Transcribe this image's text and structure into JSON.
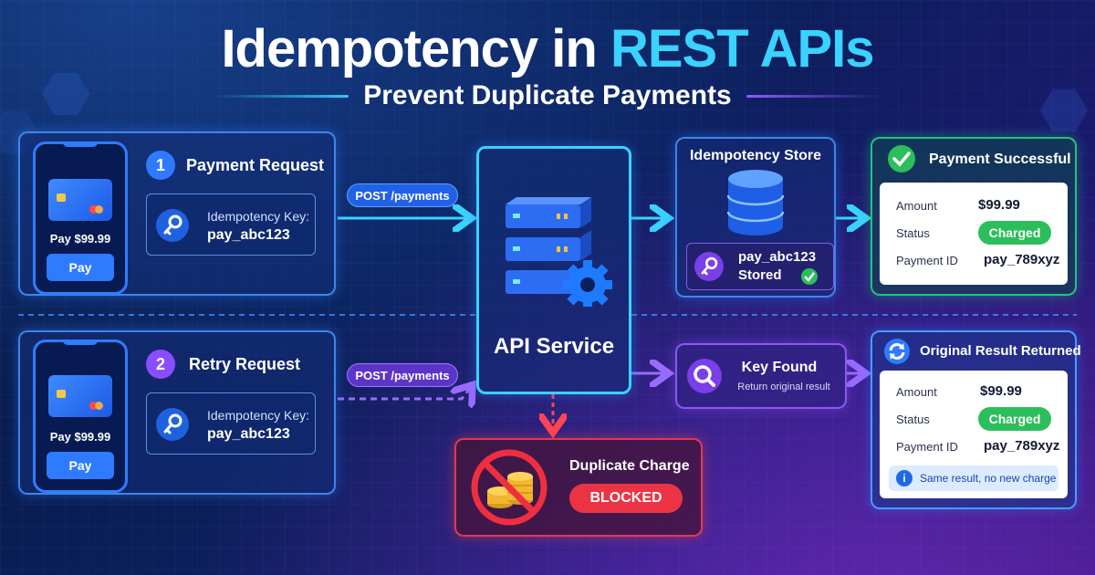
{
  "header": {
    "title_part1": "Idempotency in ",
    "title_part2": "REST APIs",
    "subtitle": "Prevent Duplicate Payments"
  },
  "request1": {
    "step_number": "1",
    "title": "Payment Request",
    "phone_amount": "Pay $99.99",
    "phone_button": "Pay",
    "key_label": "Idempotency Key:",
    "key_value": "pay_abc123",
    "endpoint": "POST /payments"
  },
  "request2": {
    "step_number": "2",
    "title": "Retry Request",
    "phone_amount": "Pay $99.99",
    "phone_button": "Pay",
    "key_label": "Idempotency Key:",
    "key_value": "pay_abc123",
    "endpoint": "POST /payments"
  },
  "api_service": {
    "label": "API Service"
  },
  "store": {
    "title": "Idempotency Store",
    "key_value": "pay_abc123",
    "key_status": "Stored"
  },
  "key_found": {
    "title": "Key Found",
    "subtitle": "Return original result"
  },
  "duplicate": {
    "title": "Duplicate Charge",
    "badge": "BLOCKED"
  },
  "success": {
    "title": "Payment Successful",
    "amount_label": "Amount",
    "amount_value": "$99.99",
    "status_label": "Status",
    "status_value": "Charged",
    "payment_id_label": "Payment ID",
    "payment_id_value": "pay_789xyz"
  },
  "original_result": {
    "title": "Original Result Returned",
    "amount_label": "Amount",
    "amount_value": "$99.99",
    "status_label": "Status",
    "status_value": "Charged",
    "payment_id_label": "Payment ID",
    "payment_id_value": "pay_789xyz",
    "note": "Same result, no new charge"
  },
  "colors": {
    "accent_blue": "#2f7bff",
    "accent_cyan": "#3ad2ff",
    "accent_purple": "#8a4dff",
    "success_green": "#2cbe5c",
    "danger_red": "#ec3344"
  },
  "icons": {
    "key": "key-icon",
    "database": "database-icon",
    "server": "server-icon",
    "gear": "gear-icon",
    "check": "check-circle-icon",
    "search": "magnifier-icon",
    "refresh": "refresh-icon",
    "blocked": "no-entry-icon",
    "coins": "coins-icon",
    "info": "info-icon"
  }
}
